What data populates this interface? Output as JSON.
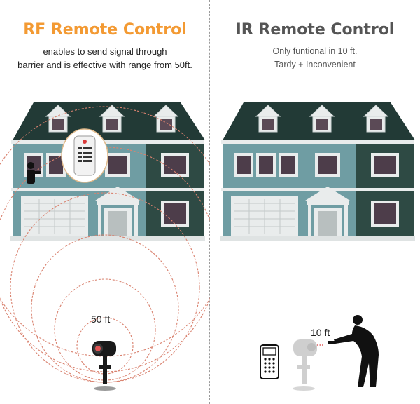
{
  "rf": {
    "title": "RF Remote Control",
    "desc_line1": "enables to send signal through",
    "desc_line2": "barrier and is effective with range from 50ft.",
    "range_label": "50 ft"
  },
  "ir": {
    "title": "IR Remote Control",
    "desc_line1": "Only funtional in 10 ft.",
    "desc_line2": "Tardy + Inconvenient",
    "range_label": "10 ft"
  },
  "colors": {
    "rf_accent": "#f39a33",
    "ir_title": "#555555",
    "roof": "#223a36",
    "wall_blue": "#6f9da3",
    "wall_dark": "#2e4a44",
    "trim": "#e9ecec",
    "ring": "#d9826f"
  }
}
